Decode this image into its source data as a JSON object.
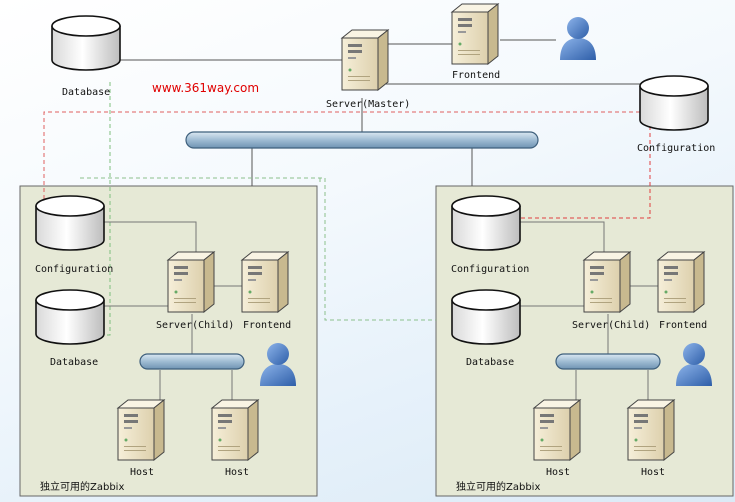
{
  "watermark": {
    "text": "www.361way.com",
    "color": "#e00000"
  },
  "master": {
    "database": "Database",
    "server": "Server(Master)",
    "frontend": "Frontend",
    "configuration": "Configuration"
  },
  "nodes": [
    {
      "configuration": "Configuration",
      "database": "Database",
      "server": "Server(Child)",
      "frontend": "Frontend",
      "host1": "Host",
      "host2": "Host",
      "caption": "独立可用的Zabbix"
    },
    {
      "configuration": "Configuration",
      "database": "Database",
      "server": "Server(Child)",
      "frontend": "Frontend",
      "host1": "Host",
      "host2": "Host",
      "caption": "独立可用的Zabbix"
    }
  ],
  "colors": {
    "panel": "#e5e8d4",
    "bus": "#a8c4d8",
    "user": "#4a7cc4",
    "server": "#ece3c8",
    "dashRed": "#e04040",
    "dashGreen": "#8ab88a"
  }
}
